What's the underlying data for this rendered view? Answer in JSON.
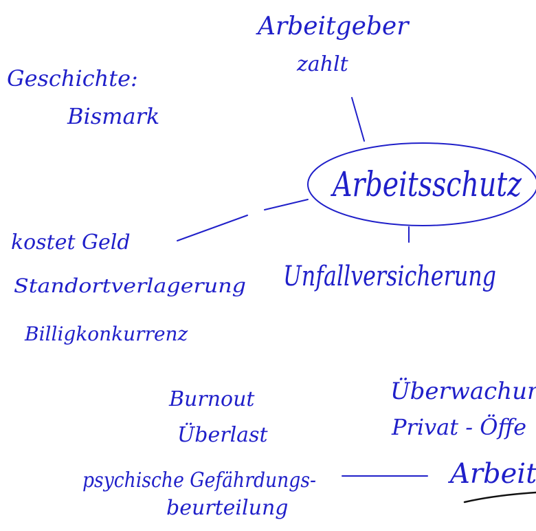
{
  "notes": {
    "arbeitgeber": "Arbeitgeber",
    "zahlt": "zahlt",
    "geschichte": "Geschichte:",
    "bismarck": "Bismark",
    "arbeitsschutz": "Arbeitsschutz",
    "kostet_geld": "kostet Geld",
    "unfallversicherung": "Unfallversicherung",
    "standortverlagerung": "Standortverlagerung",
    "billigkonkurrenz": "Billigkonkurrenz",
    "ueberwachung": "Überwachung",
    "privat_oeffentlich": "Privat - Öffe",
    "burnout": "Burnout",
    "ueberlast": "Überlast",
    "psychische": "psychische Gefährdungs-",
    "beurteilung": "beurteilung",
    "arbeits": "Arbeits"
  },
  "colors": {
    "ink_blue": "#1f1fc9",
    "ink_black": "#111111",
    "background": "#ffffff"
  }
}
